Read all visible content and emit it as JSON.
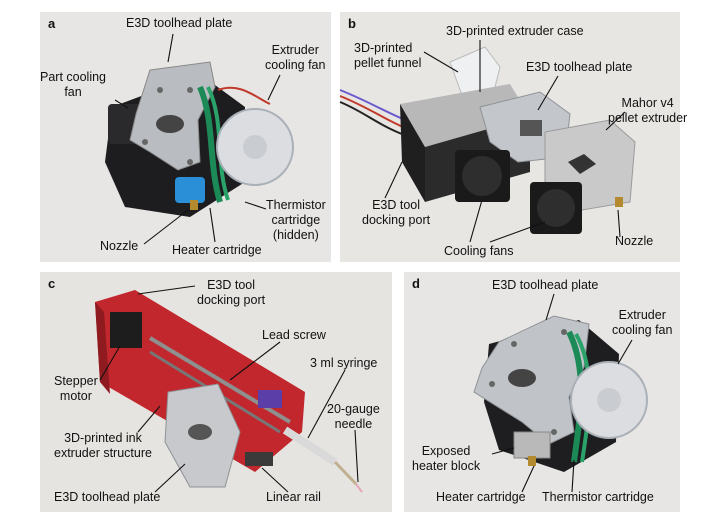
{
  "panels": {
    "a": {
      "letter": "a",
      "labels": {
        "toolhead_plate": "E3D toolhead plate",
        "extruder_fan": "Extruder\ncooling fan",
        "part_fan": "Part cooling\nfan",
        "thermistor": "Thermistor\ncartridge\n(hidden)",
        "nozzle": "Nozzle",
        "heater": "Heater cartridge"
      }
    },
    "b": {
      "letter": "b",
      "labels": {
        "case": "3D-printed extruder case",
        "funnel": "3D-printed\npellet funnel",
        "toolhead_plate": "E3D toolhead plate",
        "mahor": "Mahor v4\npellet extruder",
        "docking": "E3D tool\ndocking port",
        "fans": "Cooling fans",
        "nozzle": "Nozzle"
      }
    },
    "c": {
      "letter": "c",
      "labels": {
        "docking": "E3D tool\ndocking port",
        "lead_screw": "Lead screw",
        "syringe": "3 ml syringe",
        "stepper": "Stepper\nmotor",
        "needle": "20-gauge\nneedle",
        "structure": "3D-printed ink\nextruder structure",
        "toolhead_plate": "E3D toolhead plate",
        "rail": "Linear rail"
      }
    },
    "d": {
      "letter": "d",
      "labels": {
        "toolhead_plate": "E3D toolhead plate",
        "extruder_fan": "Extruder\ncooling fan",
        "heater_block": "Exposed\nheater block",
        "heater": "Heater cartridge",
        "thermistor": "Thermistor cartridge"
      }
    }
  }
}
